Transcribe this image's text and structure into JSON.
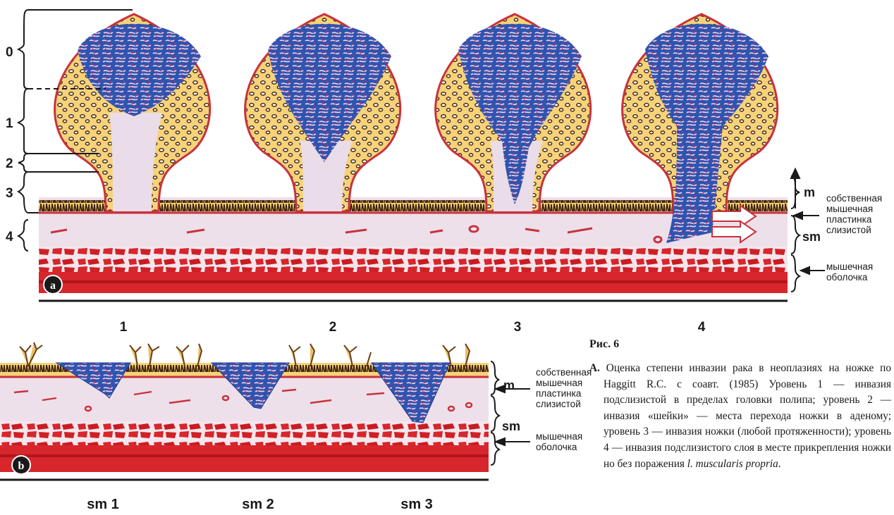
{
  "panel_a": {
    "badge": "a",
    "levels": [
      "0",
      "1",
      "2",
      "3",
      "4"
    ],
    "polyp_numbers": [
      "1",
      "2",
      "3",
      "4"
    ],
    "layer_m": "m",
    "layer_sm": "sm",
    "label_mucosa_muscle": [
      "собственная",
      "мышечная",
      "пластинка",
      "слизистой"
    ],
    "label_muscular_coat": [
      "мышечная",
      "оболочка"
    ]
  },
  "panel_b": {
    "badge": "b",
    "stage_labels": [
      "sm 1",
      "sm 2",
      "sm 3"
    ],
    "layer_m": "m",
    "layer_sm": "sm",
    "label_mucosa_muscle": [
      "собственная",
      "мышечная",
      "пластинка",
      "слизистой"
    ],
    "label_muscular_coat": [
      "мышечная",
      "оболочка"
    ]
  },
  "caption": {
    "title": "Рис. 6",
    "marker": "А.",
    "body": "Оценка степени инвазии рака в неоплазиях на ножке по Haggitt R.C. с соавт. (1985) Уровень 1 — инвазия подслизистой в пределах головки полипа; уровень 2 — инвазия «шейки» — места перехода ножки в аденому; уровень 3 — инвазия ножки (любой протяженности); уровень 4 — инвазия подслизистого слоя в месте прикрепления ножки но без поражения ",
    "italic_tail": "l. muscularis propria",
    "end": "."
  },
  "colors": {
    "tumor": "#2f54b0",
    "tumor_dark": "#1d3a8f",
    "gland": "#f6d37a",
    "gland_edge": "#4a2a10",
    "submucosa": "#eee0ea",
    "muscle": "#d7262c",
    "muscle_dark": "#b0151b",
    "mucosa_line": "#c8323c"
  }
}
